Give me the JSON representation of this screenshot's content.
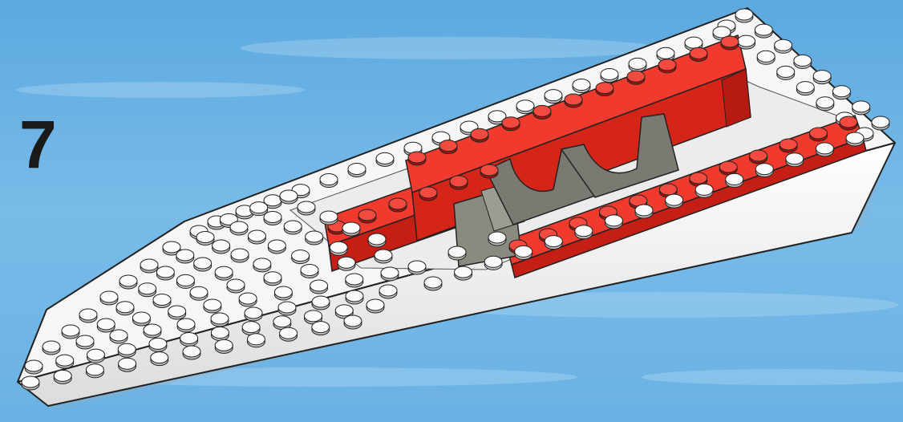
{
  "step": {
    "number": "7"
  },
  "colors": {
    "sky": "#6fb6e6",
    "hull_white": "#f4f4f4",
    "brick_red": "#e82b20",
    "seat_gray": "#8c8c83"
  },
  "model": {
    "subject": "boat-hull",
    "parts_added": [
      "red-brick",
      "gray-seat"
    ]
  }
}
